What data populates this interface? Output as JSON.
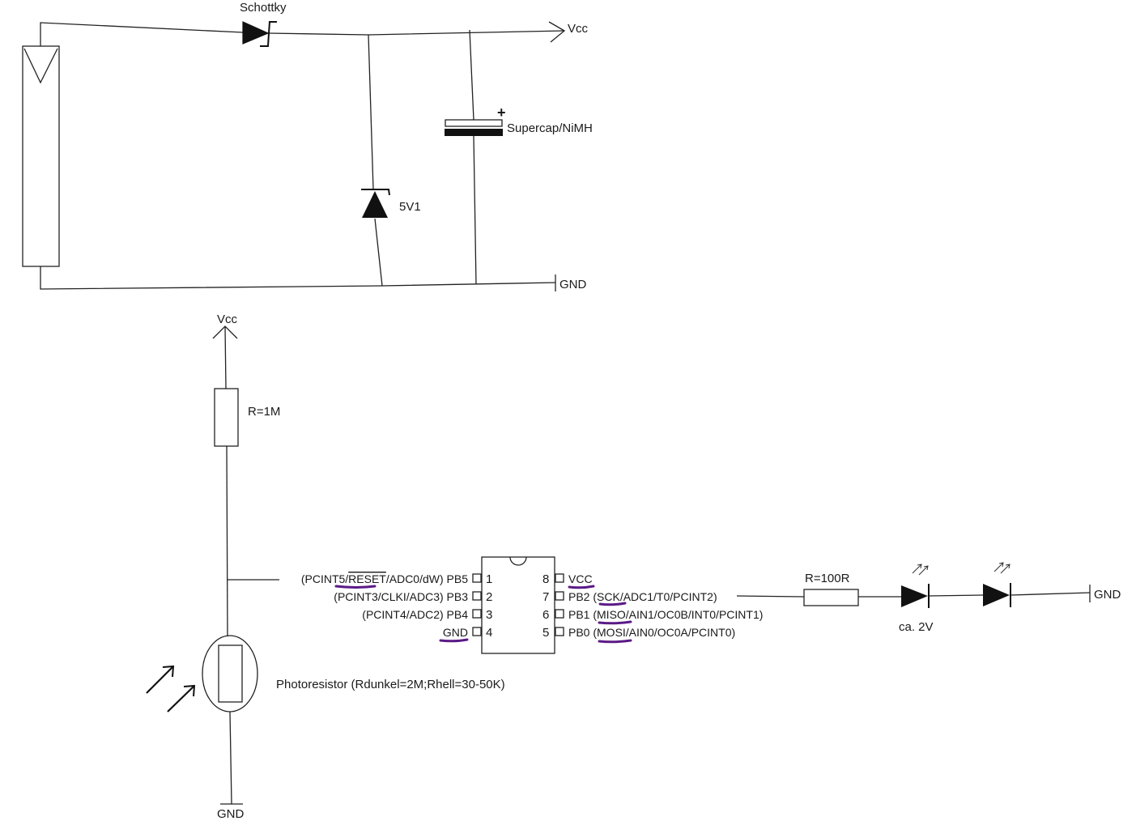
{
  "power": {
    "schottky_label": "Schottky",
    "vcc_label": "Vcc",
    "zener_label": "5V1",
    "cap_plus": "+",
    "cap_label": "Supercap/NiMH",
    "gnd_label": "GND"
  },
  "sensor": {
    "vcc_label": "Vcc",
    "resistor_label": "R=1M",
    "photoresistor_label": "Photoresistor (Rdunkel=2M;Rhell=30-50K)",
    "gnd_label": "GND"
  },
  "chip": {
    "left_pins": [
      {
        "pre": "(PCINT5/",
        "hl": "RESET",
        "post": "/ADC0/dW) PB5",
        "num": "1"
      },
      {
        "pre": "(PCINT3/CLKI/ADC3) PB3",
        "hl": "",
        "post": "",
        "num": "2"
      },
      {
        "pre": "(PCINT4/ADC2) PB4",
        "hl": "",
        "post": "",
        "num": "3"
      },
      {
        "pre": "",
        "hl": "GND",
        "post": "",
        "num": "4"
      }
    ],
    "right_pins": [
      {
        "num": "8",
        "pre": "",
        "hl": "VCC",
        "post": ""
      },
      {
        "num": "7",
        "pre": "PB2 (",
        "hl": "SCK",
        "post": "/ADC1/T0/PCINT2)"
      },
      {
        "num": "6",
        "pre": "PB1 (",
        "hl": "MISO",
        "post": "/AIN1/OC0B/INT0/PCINT1)"
      },
      {
        "num": "5",
        "pre": "PB0 (",
        "hl": "MOSI",
        "post": "/AIN0/OC0A/PCINT0)"
      }
    ]
  },
  "output": {
    "resistor_label": "R=100R",
    "led_label": "ca. 2V",
    "gnd_label": "GND"
  },
  "colors": {
    "wire": "#222222",
    "highlight": "#5b1a86"
  }
}
